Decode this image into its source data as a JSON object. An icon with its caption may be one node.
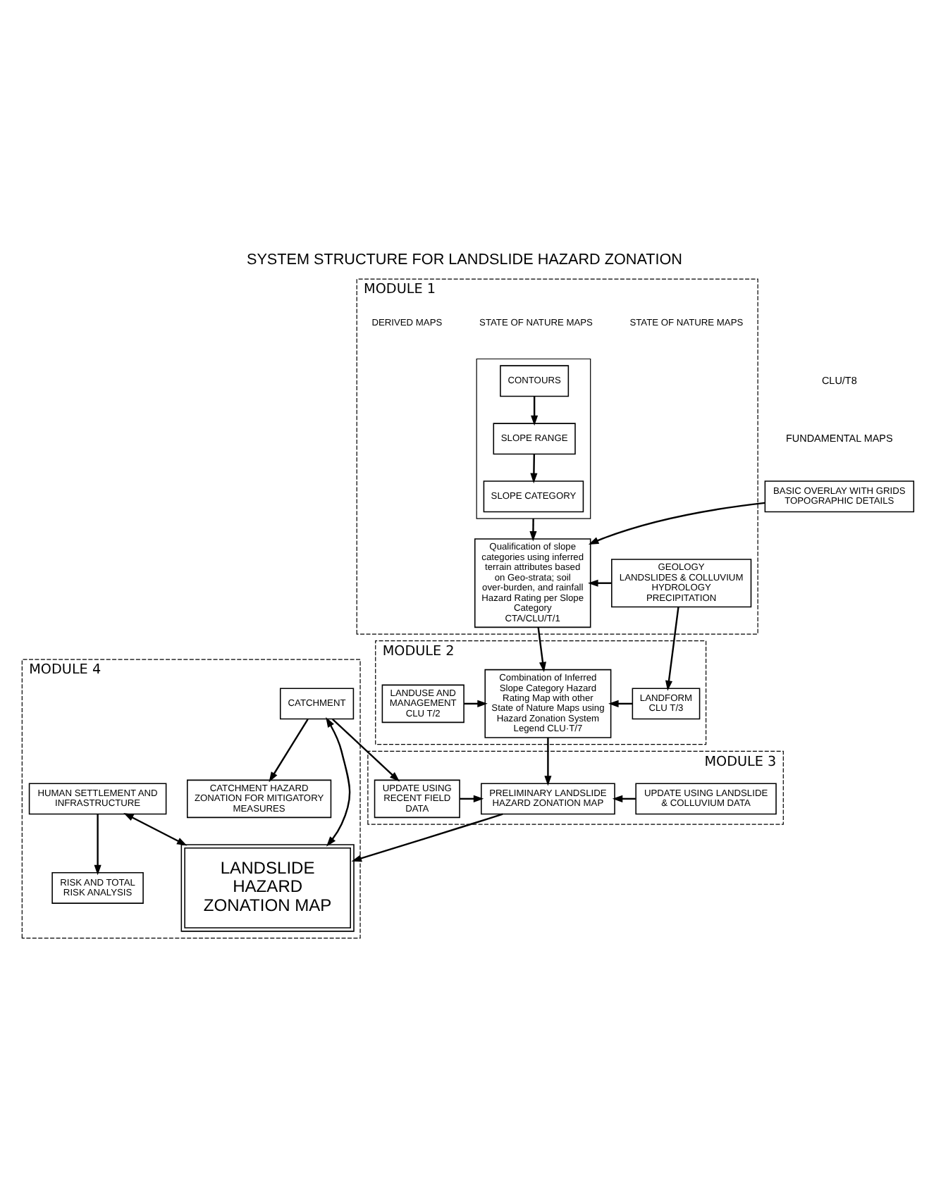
{
  "diagram": {
    "title": "SYSTEM STRUCTURE FOR LANDSLIDE HAZARD ZONATION",
    "nodes": [
      {
        "text": [
          "BASIC OVERLAY WITH GRIDS TOPOGRAPHIC DETAILS"
        ]
      },
      {
        "text": [
          "MODULE 1"
        ]
      },
      {
        "text": [],
        "shape": "box",
        "in": 1
      },
      {
        "text": [
          "CONTOURS"
        ],
        "in": 2
      },
      {
        "text": [
          "SLOPE RANGE"
        ],
        "in": 2
      },
      {
        "text": [
          "SLOPE CATEGORY"
        ],
        "in": 2
      },
      {
        "text": [
          "Qualification of slope categories using inferred terrain attributes based on Geo-strata; soil over-burden, and rainfall",
          "Hazard Rating per Slope Category",
          "CTA/CLU/T/1"
        ],
        "in": 1
      },
      {
        "text": [
          "GEOLOGY",
          "LANDSLIDES & COLLUVIUM",
          "HYDROLOGY",
          "PRECIPITATION"
        ],
        "in": 1
      },
      {
        "text": [
          "MODULE 2"
        ]
      },
      {
        "text": [
          "LANDUSE AND MANAGEMENT",
          "CLU T/2"
        ],
        "in": 8
      },
      {
        "text": [
          "Combination of Inferred Slope Category Hazard Rating Map with other State of Nature Maps using Hazard Zonation System Legend CLU·T/7"
        ],
        "in": 8
      },
      {
        "text": [
          "LANDFORM",
          "CLU T/3"
        ],
        "in": 8
      },
      {
        "text": [
          "MODULE 3"
        ]
      },
      {
        "text": [
          "UPDATE USING RECENT FIELD DATA"
        ],
        "in": 12
      },
      {
        "text": [
          "PRELIMINARY LANDSLIDE HAZARD ZONATION MAP"
        ],
        "in": 12
      },
      {
        "text": [
          "UPDATE USING LANDSLIDE & COLLUVIUM DATA"
        ],
        "in": 12
      },
      {
        "text": [
          "MODULE 4"
        ]
      },
      {
        "text": [
          "CATCHMENT"
        ],
        "in": 16
      },
      {
        "text": [
          "LANDSLIDE HAZARD ZONATION MAP"
        ],
        "in": 16
      },
      {
        "text": [
          "HUMAN SETTLEMENT AND INFRASTRUCTURE"
        ],
        "in": 16
      },
      {
        "text": [
          "CATCHMENT HAZARD ZONATION FOR MITIGATORY MEASURES"
        ],
        "in": 16
      },
      {
        "text": [
          "RISK AND TOTAL RISK ANALYSIS"
        ],
        "in": 16
      }
    ],
    "edges": [
      {
        "from": 0,
        "to": 6,
        "arrow": "to"
      },
      {
        "from": 3,
        "to": 4,
        "arrow": "to"
      },
      {
        "from": 4,
        "to": 5,
        "arrow": "to"
      },
      {
        "from": 2,
        "to": 6,
        "arrow": "to"
      },
      {
        "from": 7,
        "to": 6,
        "arrow": "to"
      },
      {
        "from": 6,
        "to": 10,
        "arrow": "to"
      },
      {
        "from": 7,
        "to": 11,
        "arrow": "to"
      },
      {
        "from": 9,
        "to": 10,
        "arrow": "to"
      },
      {
        "from": 11,
        "to": 10,
        "arrow": "to"
      },
      {
        "from": 10,
        "to": 14,
        "arrow": "to"
      },
      {
        "from": 13,
        "to": 14,
        "arrow": "to"
      },
      {
        "from": 15,
        "to": 14,
        "arrow": "to"
      },
      {
        "from": 14,
        "to": 18,
        "arrow": "to"
      },
      {
        "from": 17,
        "to": 13,
        "arrow": "to"
      },
      {
        "from": 17,
        "to": 18,
        "arrow": "both"
      },
      {
        "from": 19,
        "to": 18,
        "arrow": "both"
      },
      {
        "from": 17,
        "to": 20,
        "arrow": "to"
      },
      {
        "from": 19,
        "to": 21,
        "arrow": "to"
      }
    ],
    "labels": [
      "CLU/T8",
      "FUNDAMENTAL MAPS",
      "STATE OF NATURE MAPS",
      "DERIVED MAPS",
      "STATE OF NATURE MAPS"
    ]
  }
}
